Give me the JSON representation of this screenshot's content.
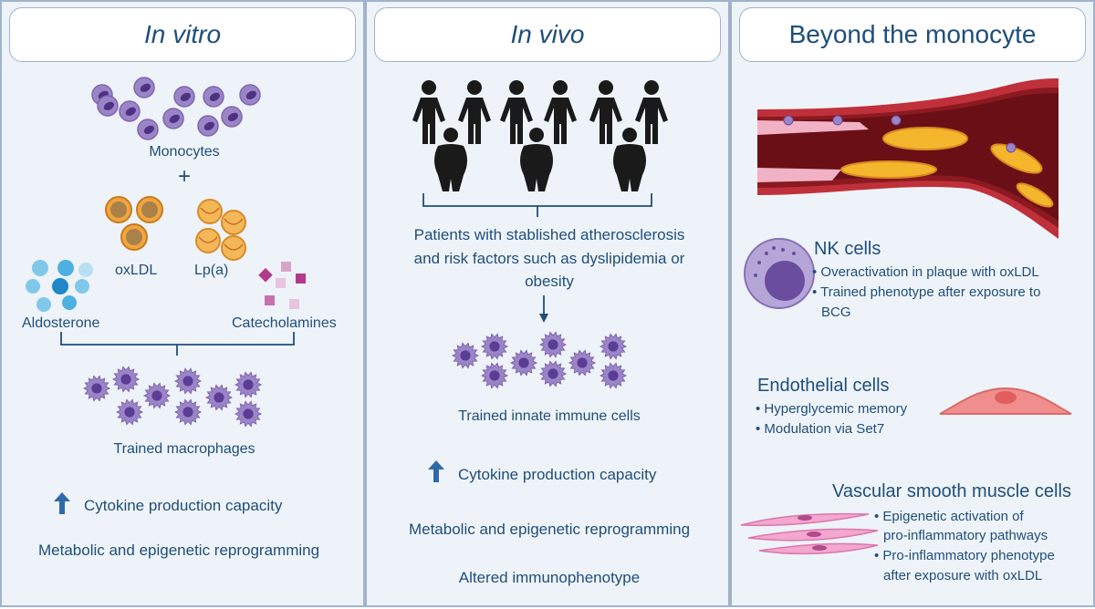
{
  "panels": [
    {
      "title": "In vitro",
      "monocytes_label": "Monocytes",
      "plus": "+",
      "oxldl_label": "oxLDL",
      "lpa_label": "Lp(a)",
      "aldosterone_label": "Aldosterone",
      "catecholamines_label": "Catecholamines",
      "macrophages_label": "Trained macrophages",
      "cytokine_label": "Cytokine production capacity",
      "reprogramming_label": "Metabolic and epigenetic reprogramming"
    },
    {
      "title": "In vivo",
      "patients_line1": "Patients with stablished atherosclerosis",
      "patients_line2": "and risk factors such as dyslipidemia or",
      "patients_line3": "obesity",
      "trained_cells_label": "Trained innate immune cells",
      "cytokine_label": "Cytokine production capacity",
      "reprogramming_label": "Metabolic and epigenetic reprogramming",
      "immunophenotype_label": "Altered immunophenotype"
    },
    {
      "title": "Beyond the monocyte",
      "nk": {
        "heading": "NK cells",
        "bullet1": "• Overactivation in plaque with oxLDL",
        "bullet2": "• Trained phenotype after exposure to",
        "bullet2b": "BCG"
      },
      "endothelial": {
        "heading": "Endothelial cells",
        "bullet1": "• Hyperglycemic memory",
        "bullet2": "• Modulation via Set7"
      },
      "vsmc": {
        "heading": "Vascular smooth muscle cells",
        "bullet1": "• Epigenetic activation of",
        "bullet1b": "pro-inflammatory pathways",
        "bullet2": "• Pro-inflammatory phenotype",
        "bullet2b": "after exposure with oxLDL"
      }
    }
  ],
  "colors": {
    "text": "#1f4e79",
    "panel_bg": "#eef3f9",
    "panel_border": "#9fb3cc",
    "cell_purple": "#9b85c6",
    "nucleus_purple": "#6a4d9e",
    "arrow_blue": "#2f6aa8"
  }
}
